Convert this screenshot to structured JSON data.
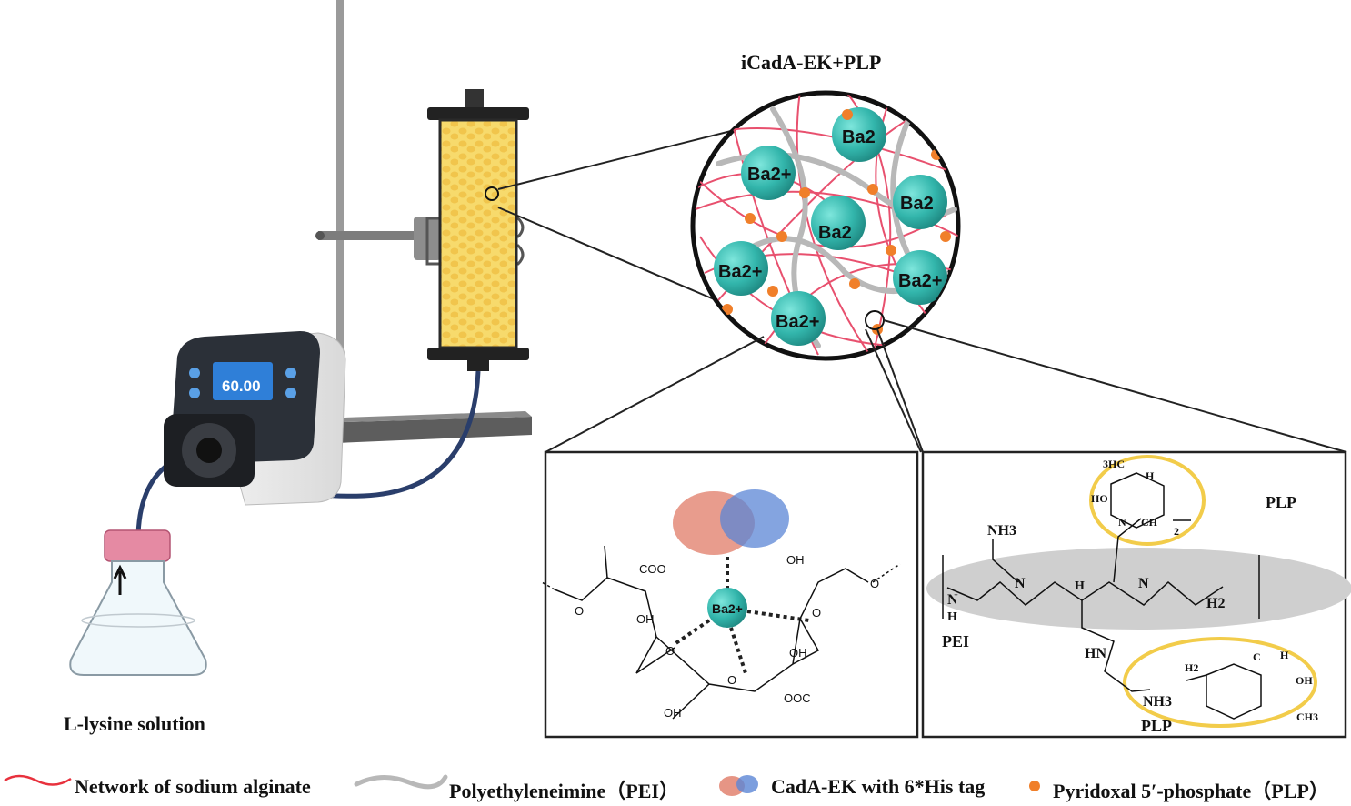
{
  "title": "iCadA-EK+PLP",
  "flask_label": "L-lysine solution",
  "pump_display": "60.00",
  "bead_ions": [
    "Ba2+",
    "Ba2",
    "Ba2",
    "Ba2",
    "Ba2+",
    "Ba2+",
    "Ba2+"
  ],
  "left_panel": {
    "ion": "Ba2+",
    "coo_top": "COO",
    "coo_bottom": "OOC",
    "oh_labels": [
      "OH",
      "OH",
      "OH",
      "OH"
    ],
    "o_labels": [
      "O",
      "O",
      "O",
      "O",
      "O"
    ]
  },
  "right_panel": {
    "pei_label": "PEI",
    "plp_label_top": "PLP",
    "plp_label_bottom": "PLP",
    "nh3_top": "NH3",
    "nh3_bottom": "NH3",
    "hn": "HN",
    "h2": "H2",
    "n_labels": [
      "N",
      "N",
      "N"
    ],
    "h_labels": [
      "H",
      "H"
    ],
    "top_ring": {
      "c1": "3HC",
      "c2": "HO",
      "c3": "N",
      "c4": "CH",
      "h": "H",
      "h2": "2"
    },
    "bottom_ring": {
      "c1": "H",
      "c2": "OH",
      "c3": "CH3",
      "c4": "H2",
      "c5": "C"
    }
  },
  "legend": [
    {
      "icon": "red-line",
      "label": "Network of sodium alginate"
    },
    {
      "icon": "gray-line",
      "label": "Polyethyleneimine（PEI）"
    },
    {
      "icon": "protein-icon",
      "label": "CadA-EK with 6*His tag"
    },
    {
      "icon": "orange-dot",
      "label": "Pyridoxal 5′-phosphate（PLP）"
    }
  ],
  "colors": {
    "alginate": "#e8506e",
    "pei": "#b8b8b8",
    "bead": "#3fbfb5",
    "plp_dot": "#f07f2a",
    "column_fill": "#f6d870",
    "highlight_ring": "#f2cc4a",
    "tube": "#2a3e6b"
  }
}
